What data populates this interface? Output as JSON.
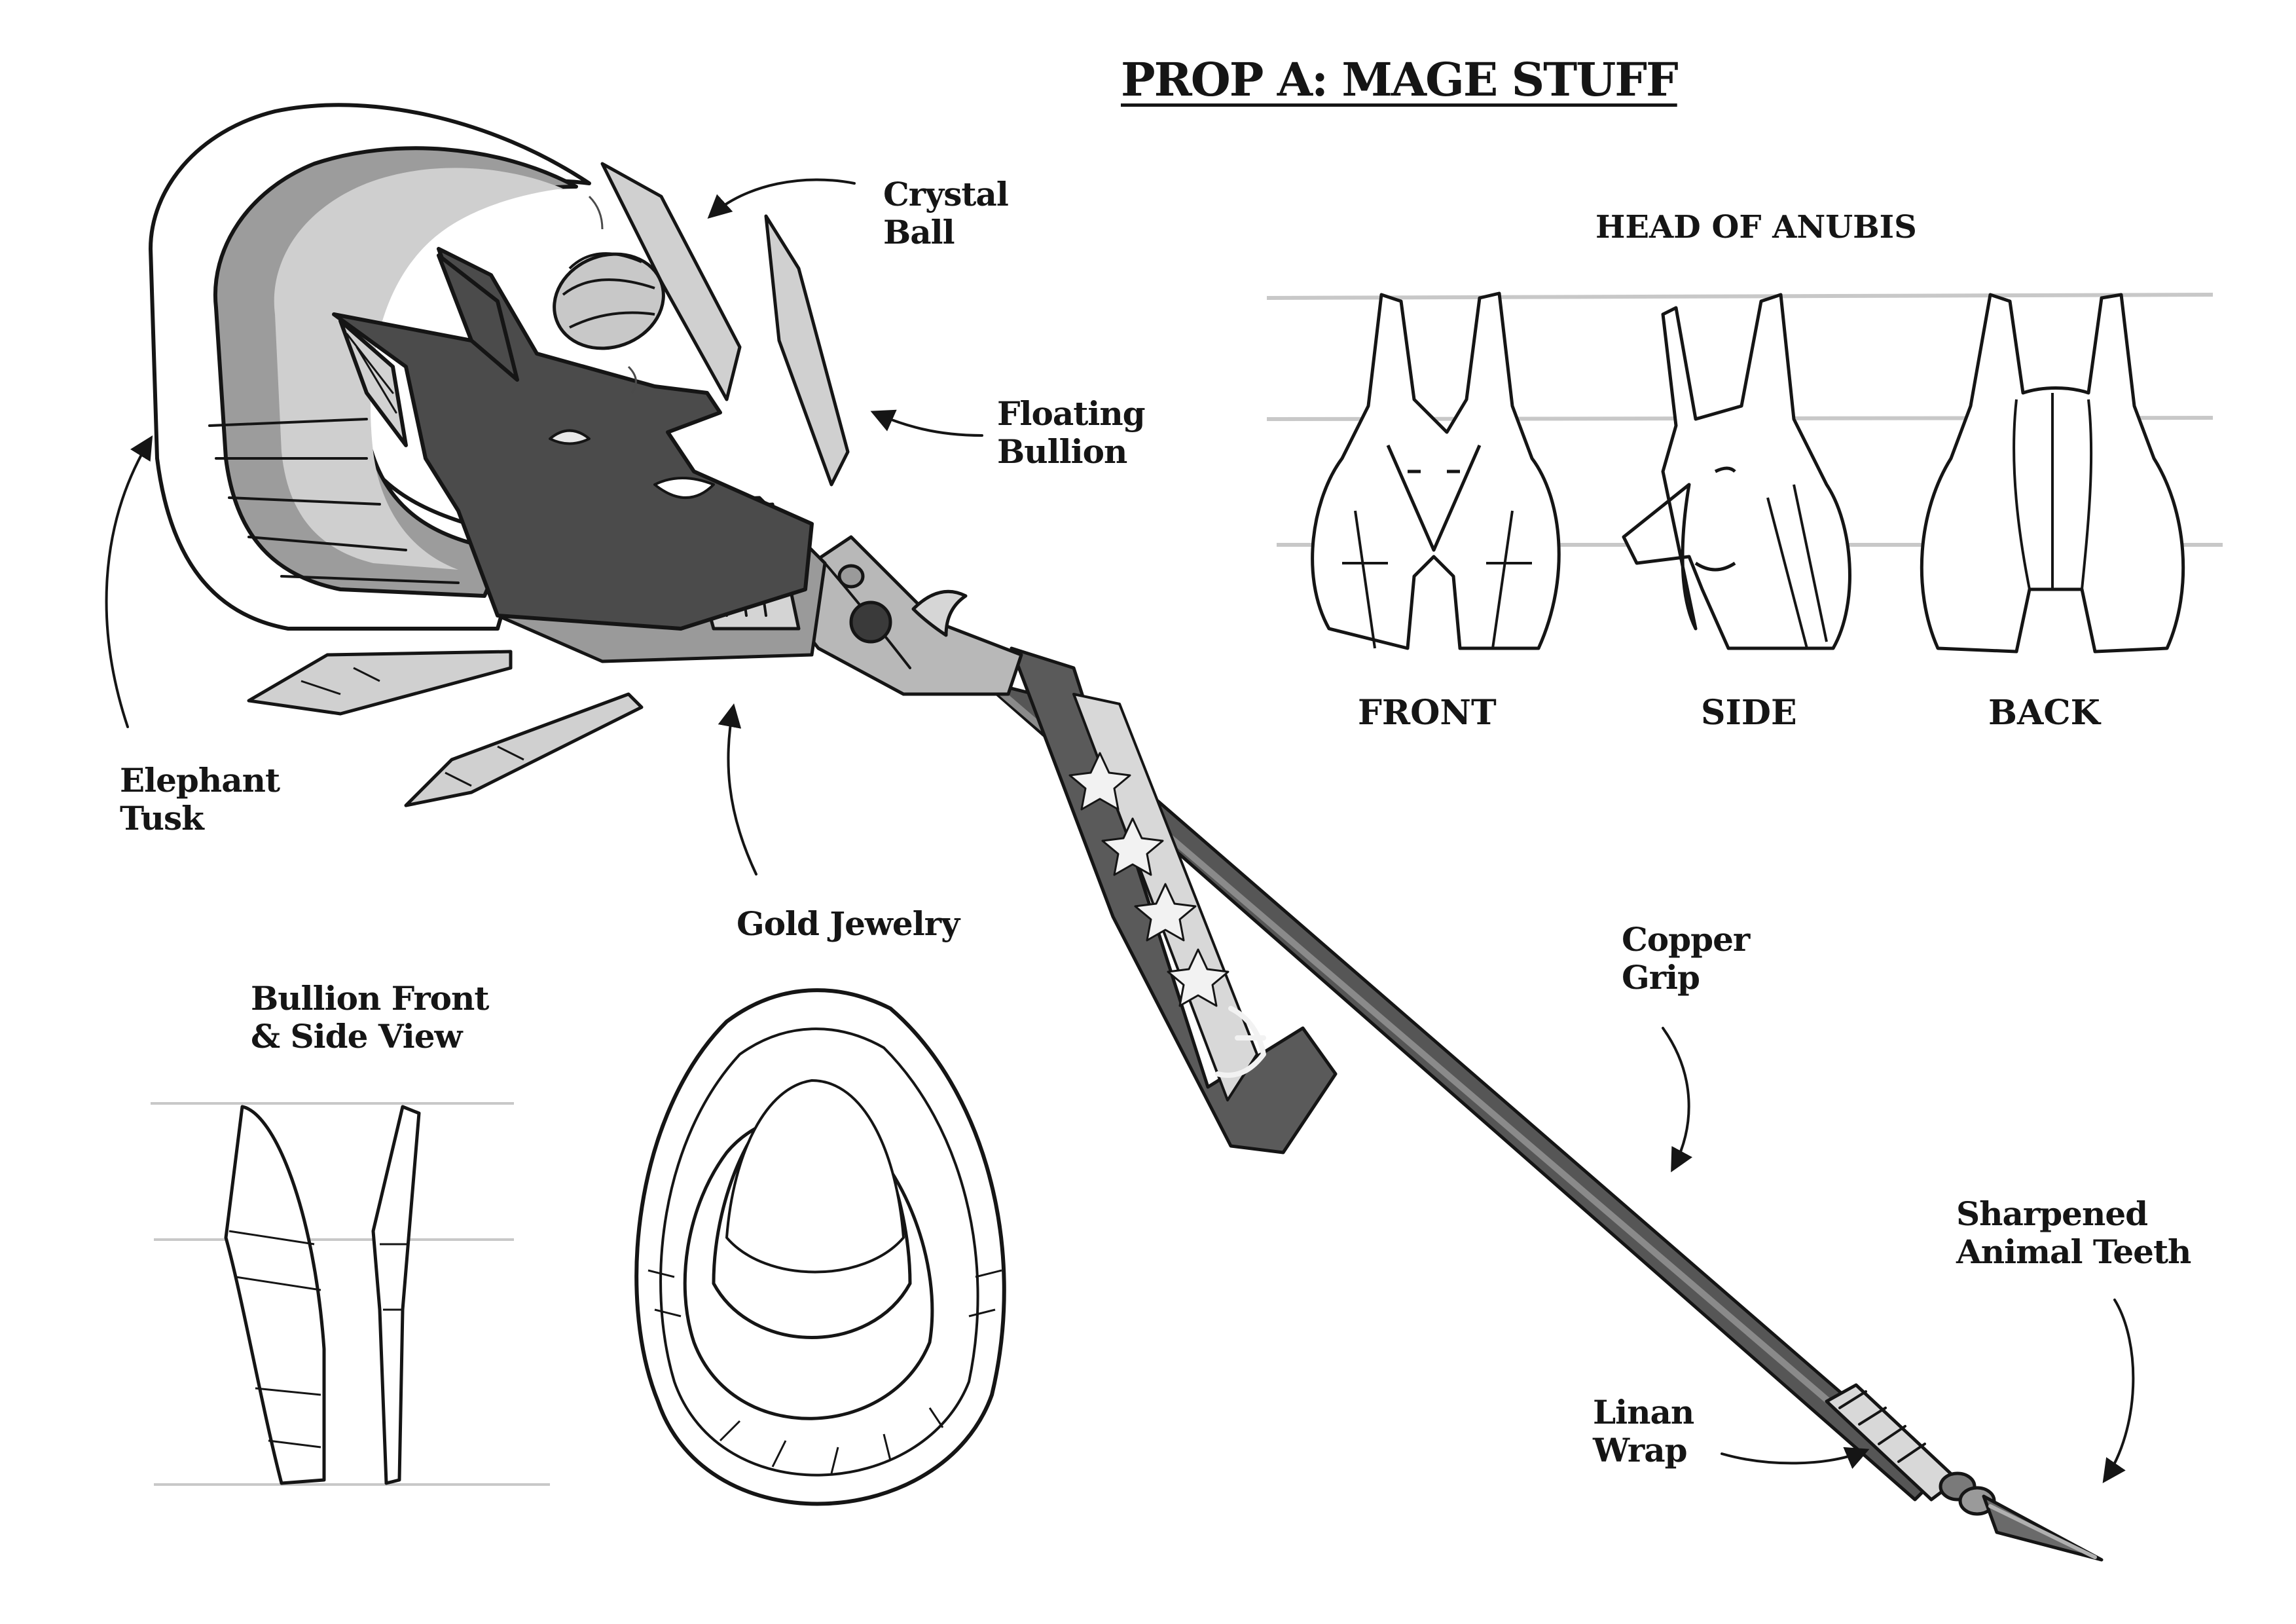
{
  "title": "PROP A: MAGE STUFF",
  "anubis_section": {
    "heading": "HEAD OF ANUBIS",
    "views": [
      "FRONT",
      "SIDE",
      "BACK"
    ]
  },
  "callouts": {
    "crystal_ball": [
      "Crystal",
      "Ball"
    ],
    "floating_bullion": [
      "Floating",
      "Bullion"
    ],
    "elephant_tusk": [
      "Elephant",
      "Tusk"
    ],
    "gold_jewelry": "Gold Jewelry",
    "bullion_views": [
      "Bullion Front",
      "& Side View"
    ],
    "copper_grip": [
      "Copper",
      "Grip"
    ],
    "sharpened_teeth": [
      "Sharpened",
      "Animal Teeth"
    ],
    "linen_wrap": [
      "Linan",
      "Wrap"
    ]
  },
  "colors": {
    "ink": "#151515",
    "dark_gray": "#4a4a4a",
    "mid_gray": "#8a8a8a",
    "light_gray": "#c4c4c4",
    "guide_line": "#c8c8c8",
    "paper": "#ffffff"
  }
}
